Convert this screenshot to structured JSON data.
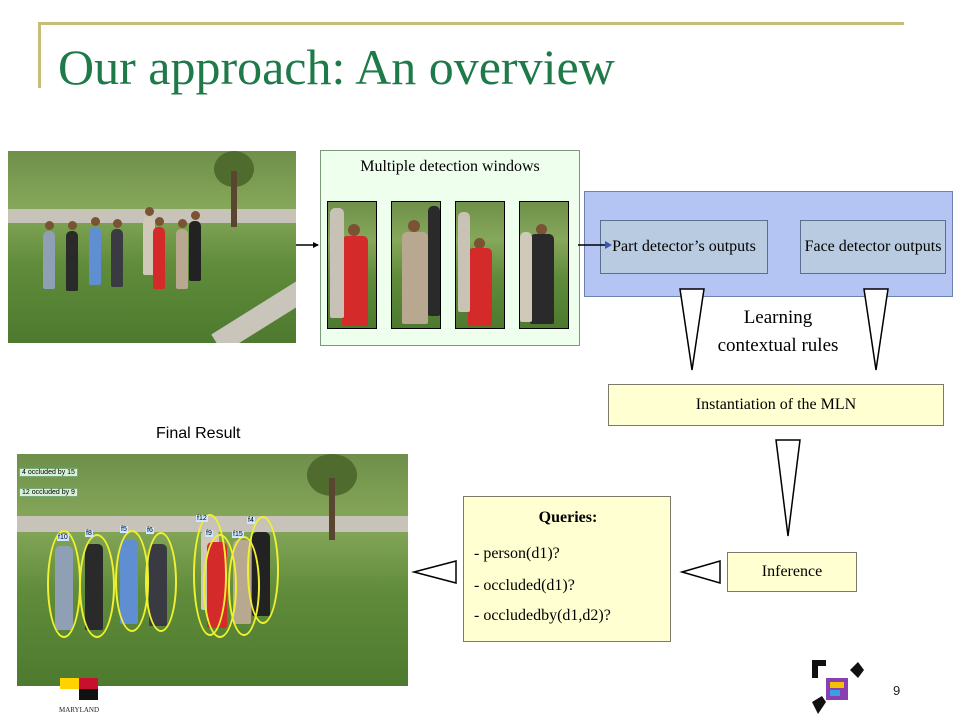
{
  "slide": {
    "title": "Our approach: An overview",
    "page_number": "9"
  },
  "detection_windows": {
    "label": "Multiple detection windows"
  },
  "detectors": {
    "part": "Part detector’s outputs",
    "face": "Face detector outputs"
  },
  "learning": {
    "line1": "Learning",
    "line2": "contextual rules"
  },
  "mln": "Instantiation of the MLN",
  "inference": "Inference",
  "queries": {
    "title": "Queries:",
    "items": [
      "- person(d1)?",
      "- occluded(d1)?",
      "- occludedby(d1,d2)?"
    ]
  },
  "final_result": {
    "label": "Final Result",
    "tags": [
      "4 occluded by 15",
      "12 occluded by 9"
    ],
    "ellipse_labels": [
      "f10",
      "f8",
      "f5",
      "f6",
      "f12",
      "f9",
      "f15",
      "f4"
    ]
  },
  "logos": {
    "umd_text": "MARYLAND",
    "umd": "maryland-flag-logo",
    "cfar": "cfar-logo"
  },
  "colors": {
    "title": "#1f7a4a",
    "rule": "#c8bc7a",
    "windows_panel": "#eeffee",
    "detector_panel": "#b4c5f4",
    "detector_box": "#b9cbe0",
    "yellow_box": "#ffffd2",
    "ellipse": "#f0f030"
  }
}
